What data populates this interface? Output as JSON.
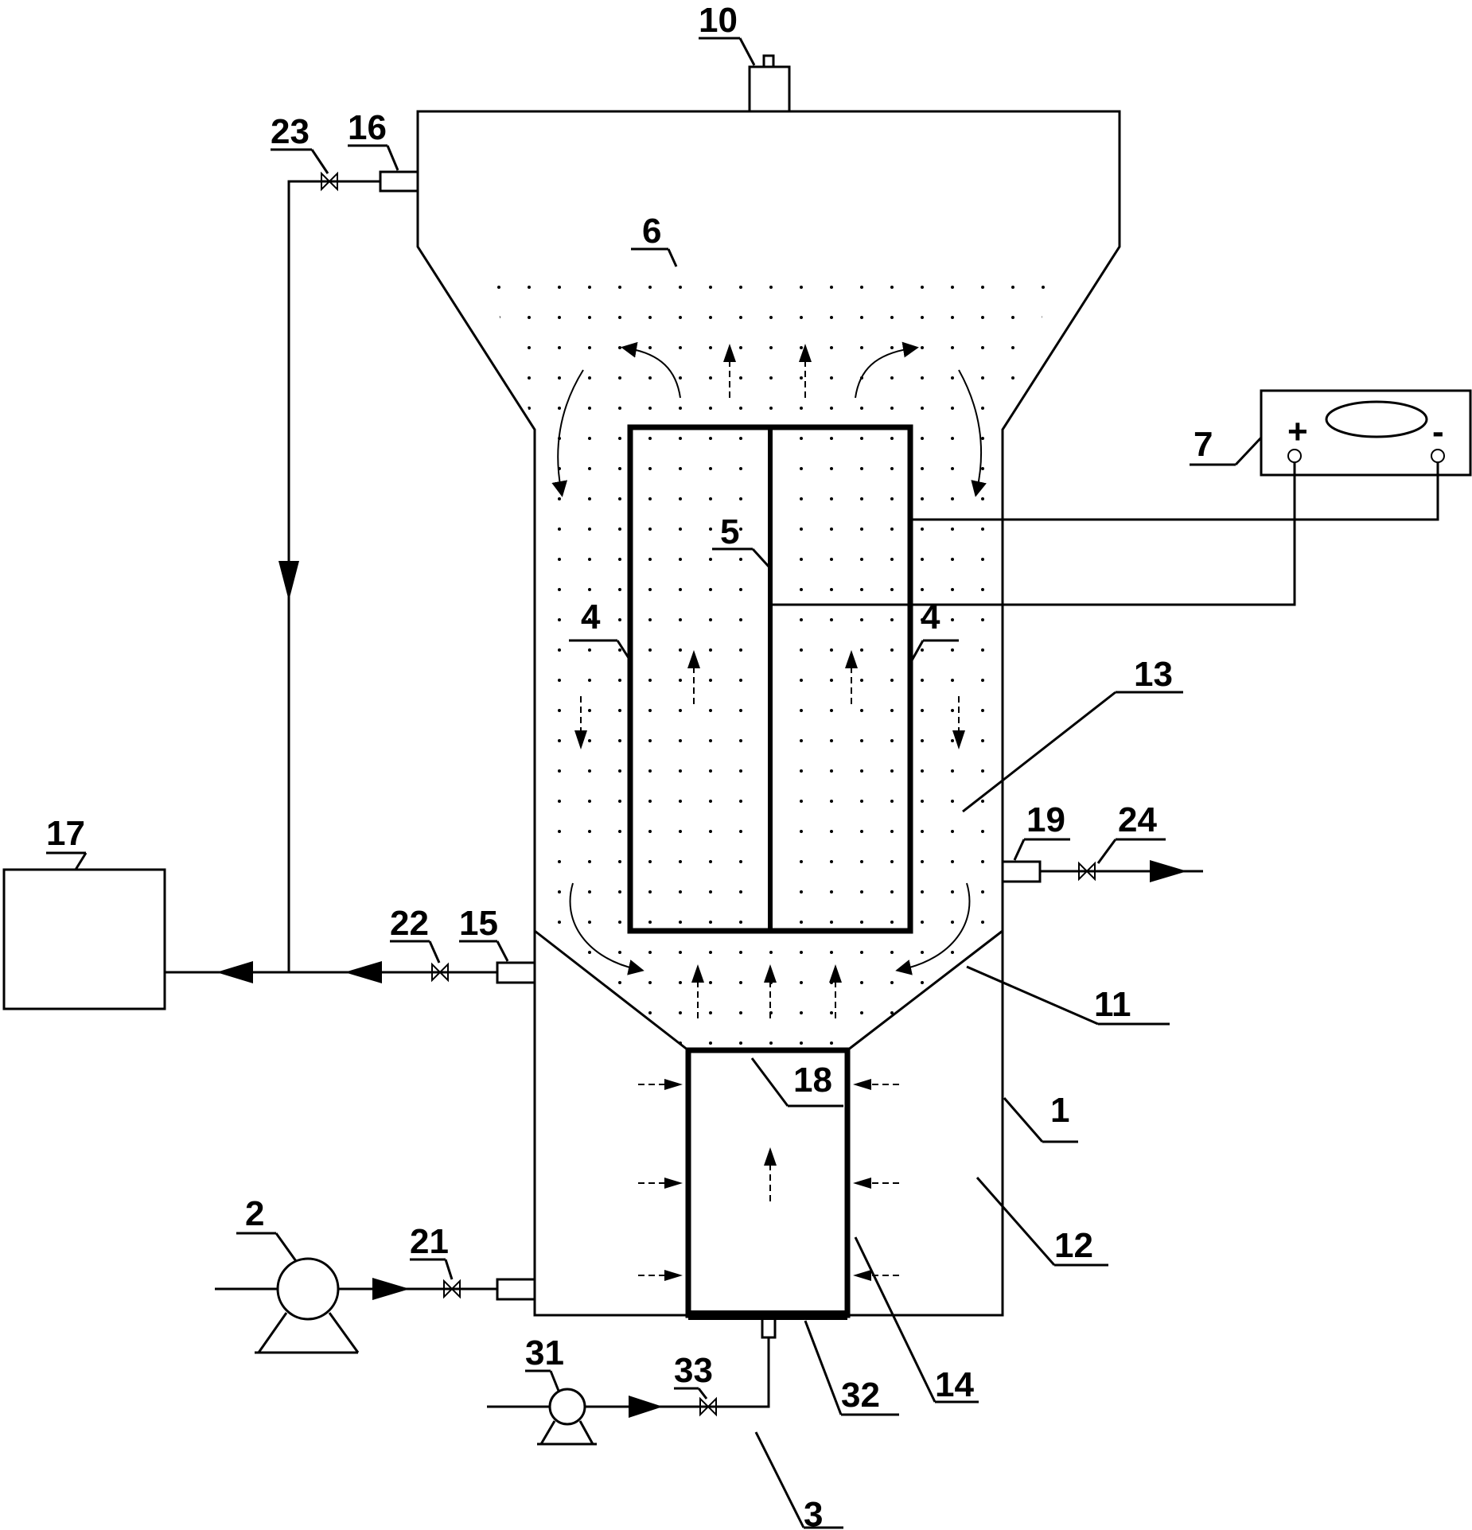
{
  "labels": {
    "1": "1",
    "2": "2",
    "3": "3",
    "4a": "4",
    "4b": "4",
    "5": "5",
    "6": "6",
    "7": "7",
    "10": "10",
    "11": "11",
    "12": "12",
    "13": "13",
    "14": "14",
    "15": "15",
    "16": "16",
    "17": "17",
    "18": "18",
    "19": "19",
    "21": "21",
    "22": "22",
    "23": "23",
    "24": "24",
    "31": "31",
    "32": "32",
    "33": "33"
  },
  "power_supply": {
    "plus": "+",
    "minus": "-"
  }
}
